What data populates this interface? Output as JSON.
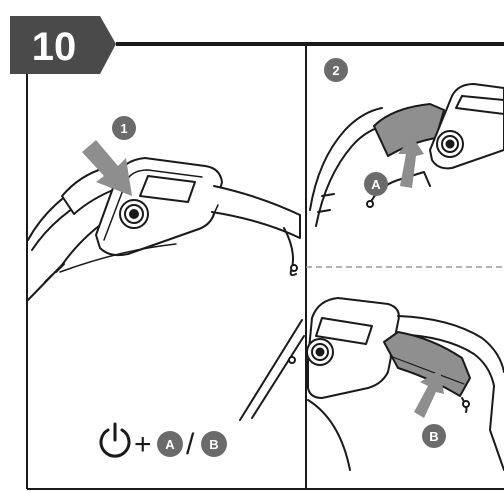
{
  "step": {
    "number": "10"
  },
  "panels": [
    {
      "badge": "1"
    },
    {
      "badge": "2"
    }
  ],
  "labels": {
    "a_upper": "A",
    "a_lower": "A",
    "b_lower": "B",
    "b_inset": "B",
    "plus": "+",
    "slash": "/"
  },
  "icons": [
    "power-icon",
    "push-arrow-icon"
  ],
  "colors": {
    "step_box": "#4a4a4a",
    "badge": "#6b6b6b",
    "arrow": "#8e8e8e",
    "line": "#1a1a1a",
    "handle_grip": "#8f8f8f"
  }
}
